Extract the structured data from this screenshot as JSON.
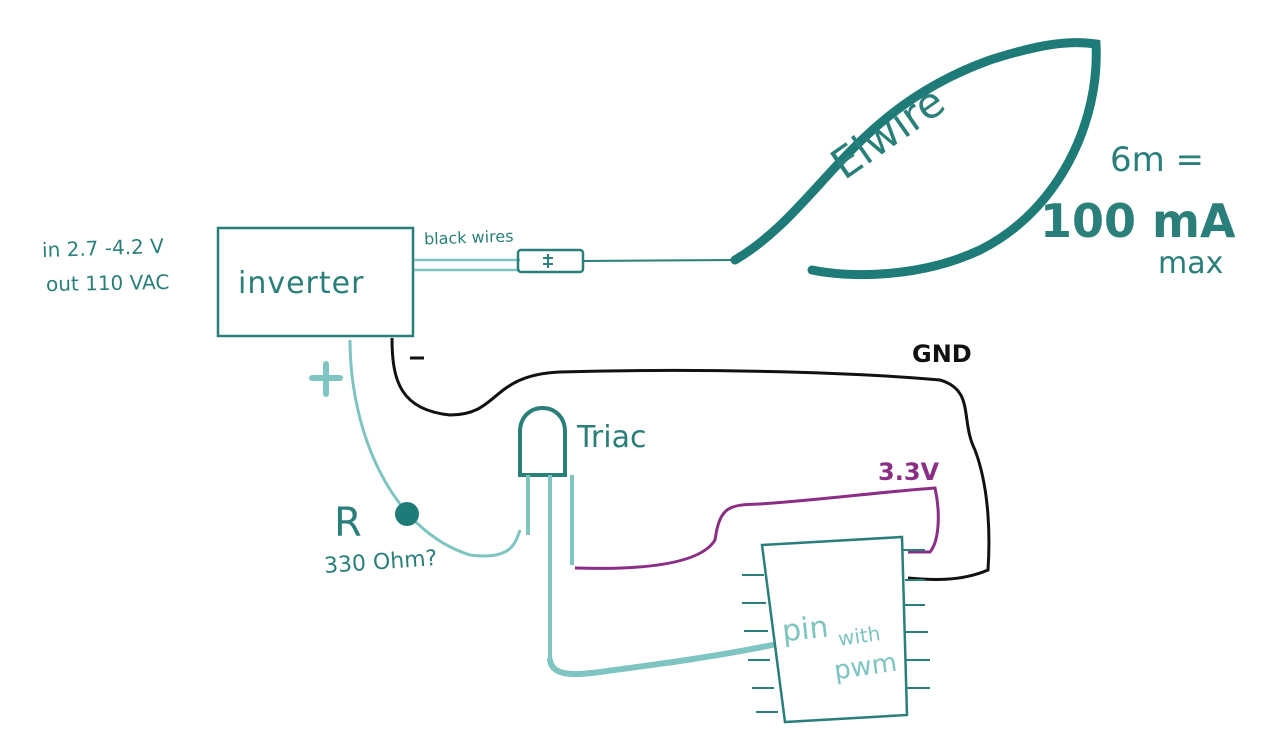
{
  "colors": {
    "teal": "#2a7f7a",
    "dark_teal": "#1f7b78",
    "light_teal": "#7ec4c1",
    "black": "#111111",
    "purple": "#8a2e86"
  },
  "inverter": {
    "label": "inverter",
    "input_spec": "in 2.7 -4.2 V",
    "output_spec": "out 110 VAC",
    "minus_label": "-",
    "plus_label": "+"
  },
  "wires": {
    "black_wires_label": "black wires",
    "gnd_label": "GND",
    "v33_label": "3.3V"
  },
  "elwire": {
    "label": "Elwire",
    "spec_line1": "6m =",
    "spec_line2": "100 mA",
    "spec_line3": "max"
  },
  "triac": {
    "label": "Triac"
  },
  "resistor": {
    "label": "R",
    "value": "330 Ohm?"
  },
  "board": {
    "pin_line1": "pin",
    "pin_line2": "with",
    "pin_line3": "pwm"
  }
}
